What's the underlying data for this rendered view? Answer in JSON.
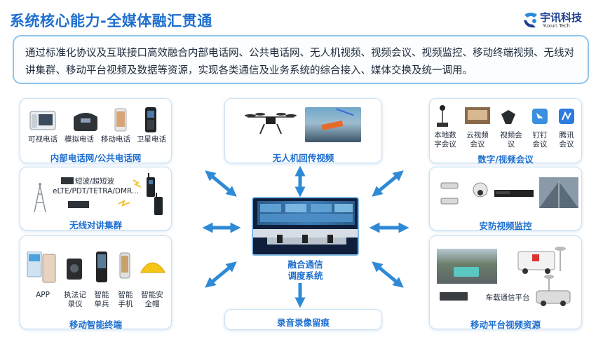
{
  "title": "系统核心能力-全媒体融汇贯通",
  "logo": {
    "main": "宇讯科技",
    "sub": "Yuxun Tech"
  },
  "intro": "通过标准化协议及互联接口高效融合内部电话网、公共电话网、无人机视频、视频会议、视频监控、移动终端视频、无线对讲集群、移动平台视频及数据等资源，实现各类通信及业务系统的综合接入、媒体交换及统一调用。",
  "panels": {
    "phone": {
      "label": "内部电话网/公共电话网",
      "devices": [
        "可视电话",
        "模拟电话",
        "移动电话",
        "卫星电话"
      ]
    },
    "radio": {
      "label": "无线对讲集群",
      "lines": [
        "短波/超短波",
        "eLTE/PDT/TETRA/DMR..."
      ]
    },
    "mobile": {
      "label": "移动智能终端",
      "devices": [
        "APP",
        "执法记\n录仪",
        "智能\n单兵",
        "智能\n手机",
        "智能安\n全帽"
      ]
    },
    "drone": {
      "label": "无人机回传视频"
    },
    "center": {
      "label": "融合通信\n调度系统"
    },
    "record": {
      "label": "录音录像留痕"
    },
    "meeting": {
      "label": "数字/视频会议",
      "devices": [
        "本地数\n字会议",
        "云视频\n会议",
        "视频会\n议",
        "钉钉\n会议",
        "腾讯\n会议"
      ]
    },
    "security": {
      "label": "安防视频监控"
    },
    "vehicle": {
      "label": "移动平台视频资源",
      "devices": [
        "车载通信平台"
      ]
    }
  },
  "colors": {
    "accent": "#1d6fcf",
    "arrow": "#2f8ad6",
    "border": "#8fc5ec"
  }
}
